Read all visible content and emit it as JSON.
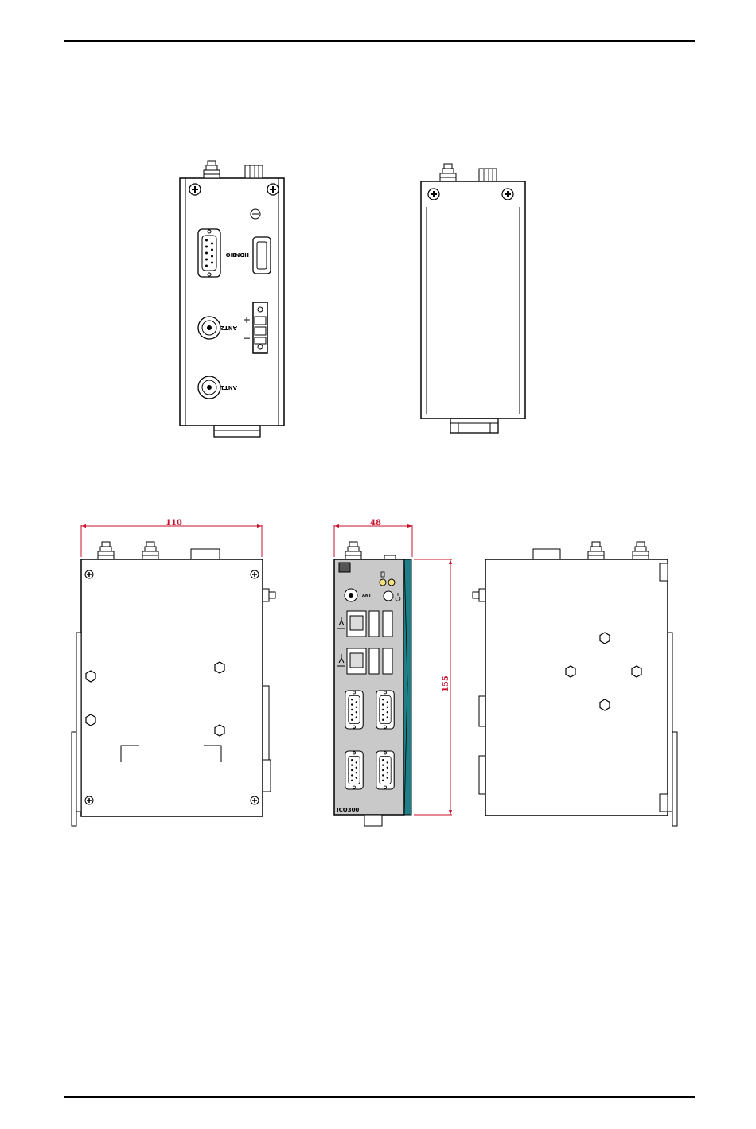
{
  "labels": {
    "dio": "DIO",
    "hdmi": "HDMI",
    "ant1": "ANT1",
    "ant2": "ANT2",
    "plus": "+",
    "minus": "−",
    "ant_front": "ANT",
    "brand": "ICO300"
  },
  "dimensions": {
    "width": "110",
    "depth": "48",
    "height": "155"
  },
  "colors": {
    "line": "#000000",
    "dimension": "#c8102e",
    "front_panel": "#c9c9c9",
    "side_accent": "#1f7f86",
    "led": "#f2e27a"
  }
}
